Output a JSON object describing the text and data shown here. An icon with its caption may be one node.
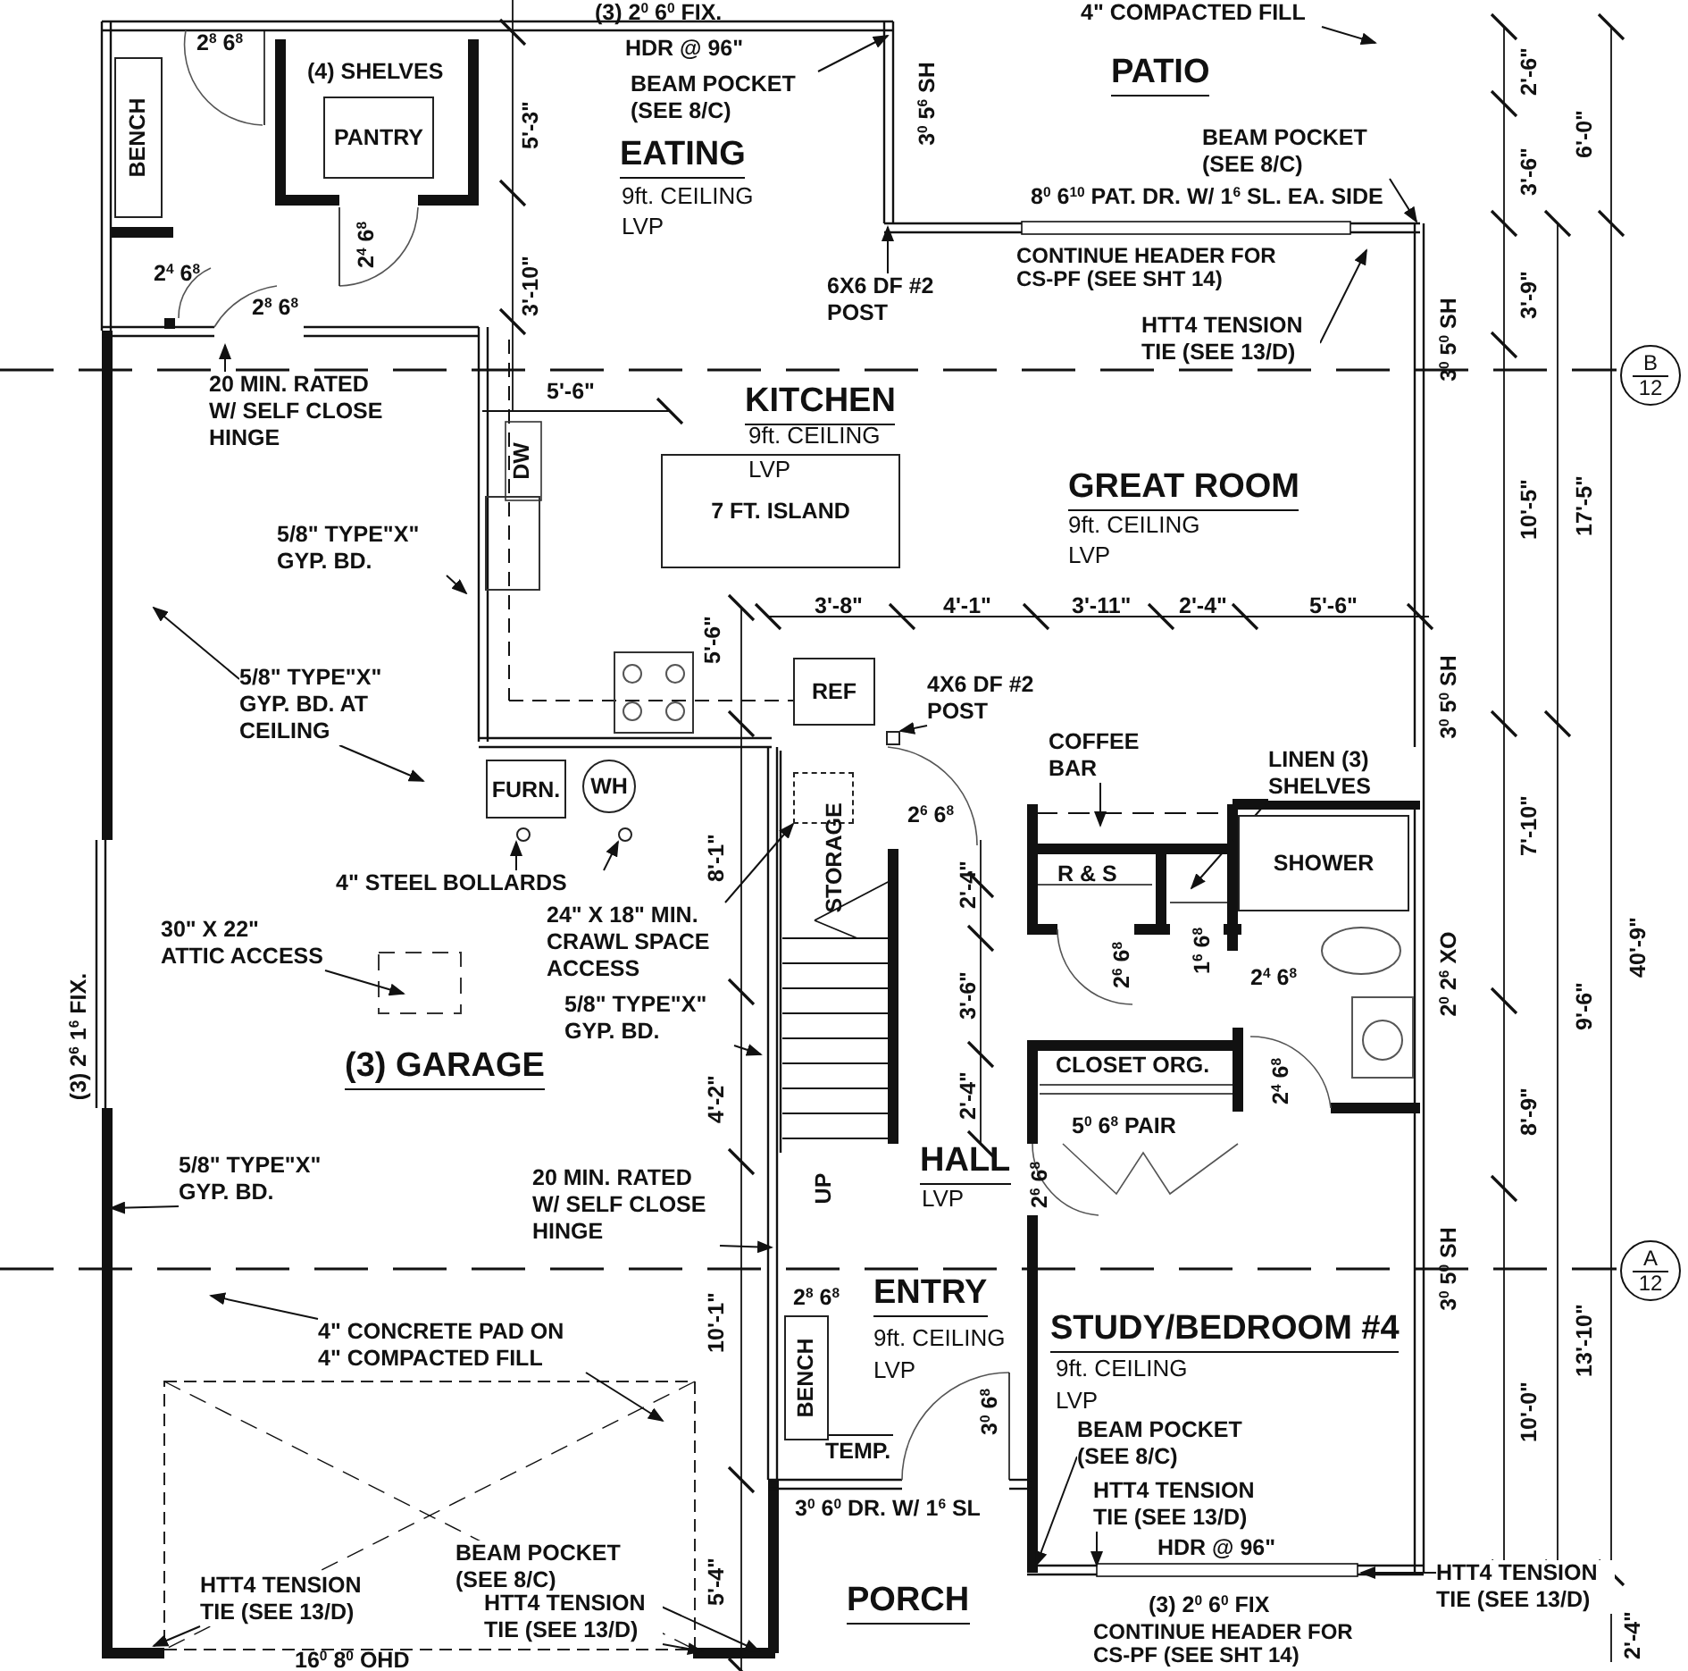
{
  "diagram": {
    "nodes": [
      {
        "text": [
          "BEAM POCKET (SEE 8/C)"
        ]
      },
      {
        "text": [
          "BENCH"
        ]
      },
      {
        "text": [
          "PANTRY"
        ]
      },
      {
        "text": [
          "BEAM POCKET (SEE 8/C)"
        ]
      },
      {
        "text": [
          "6X6 DF #2 POST"
        ]
      },
      {
        "text": [
          "HTT4 TENSION TIE (SEE 13/D)"
        ]
      },
      {
        "text": [
          "B",
          "12"
        ]
      },
      {
        "text": [
          "20 MIN. RATED W/ SELF CLOSE HINGE"
        ]
      },
      {
        "text": [
          "7 FT. ISLAND"
        ]
      },
      {
        "text": [
          "5/8\" TYPE\"X\" GYP. BD."
        ]
      },
      {
        "text": [
          "5/8\" TYPE\"X\" GYP. BD. AT CEILING"
        ]
      },
      {
        "text": [
          "REF"
        ]
      },
      {
        "text": [
          "4X6 DF #2 POST"
        ]
      },
      {
        "text": [
          "COFFEE BAR"
        ]
      },
      {
        "text": [
          "LINEN (3) SHELVES"
        ]
      },
      {
        "text": [
          "FURN."
        ]
      },
      {
        "text": [
          "WH"
        ]
      },
      {
        "text": [
          "SHOWER"
        ]
      },
      {
        "text": [
          "4\" STEEL BOLLARDS"
        ]
      },
      {
        "text": [
          "24\" X 18\" MIN. CRAWL SPACE ACCESS"
        ]
      },
      {
        "text": [
          "30\" X 22\" ATTIC ACCESS"
        ]
      },
      {
        "text": [
          "5/8\" TYPE\"X\" GYP. BD."
        ]
      },
      {
        "text": [
          "5/8\" TYPE\"X\" GYP. BD."
        ]
      },
      {
        "text": [
          "20 MIN. RATED W/ SELF CLOSE HINGE"
        ]
      },
      {
        "text": [
          "A",
          "12"
        ]
      },
      {
        "text": [
          "4\" CONCRETE PAD ON 4\" COMPACTED FILL"
        ]
      },
      {
        "text": [
          "BENCH"
        ]
      },
      {
        "text": [
          "BEAM POCKET (SEE 8/C)"
        ]
      },
      {
        "text": [
          "HTT4 TENSION TIE (SEE 13/D)"
        ]
      },
      {
        "text": [
          "BEAM POCKET (SEE 8/C)"
        ]
      },
      {
        "text": [
          "HTT4 TENSION TIE (SEE 13/D)"
        ]
      },
      {
        "text": [
          "HTT4 TENSION TIE (SEE 13/D)"
        ]
      },
      {
        "text": [
          "HTT4 TENSION TIE (SEE 13/D)"
        ]
      },
      {
        "text": [
          "4\" COMPACTED FILL"
        ]
      },
      {
        "text": [],
        "shape": "box"
      },
      {
        "text": [],
        "shape": "circle"
      },
      {
        "text": [],
        "shape": "circle"
      },
      {
        "text": [],
        "shape": "box"
      }
    ],
    "edges": [
      {
        "from": 0,
        "to": null,
        "arrow": "to"
      },
      {
        "from": 4,
        "to": null,
        "arrow": "to"
      },
      {
        "from": 3,
        "to": null,
        "arrow": "to"
      },
      {
        "from": 5,
        "to": null,
        "arrow": "to"
      },
      {
        "from": 7,
        "to": null,
        "arrow": "to"
      },
      {
        "from": 9,
        "to": null,
        "arrow": "to"
      },
      {
        "from": 10,
        "to": null,
        "arrow": "to"
      },
      {
        "from": 10,
        "to": null,
        "arrow": "to"
      },
      {
        "from": 12,
        "to": 37,
        "arrow": "to"
      },
      {
        "from": 13,
        "to": null,
        "arrow": "to"
      },
      {
        "from": 14,
        "to": null,
        "arrow": "to"
      },
      {
        "from": 18,
        "to": 35,
        "arrow": "to"
      },
      {
        "from": 18,
        "to": 36,
        "arrow": "to"
      },
      {
        "from": 19,
        "to": 34,
        "arrow": "to"
      },
      {
        "from": 20,
        "to": null,
        "arrow": "to"
      },
      {
        "from": 21,
        "to": null,
        "arrow": "to"
      },
      {
        "from": 22,
        "to": null,
        "arrow": "to"
      },
      {
        "from": 23,
        "to": null,
        "arrow": "to"
      },
      {
        "from": 25,
        "to": null,
        "arrow": "to"
      },
      {
        "from": 25,
        "to": null,
        "arrow": "to"
      },
      {
        "from": 27,
        "to": null,
        "arrow": "to"
      },
      {
        "from": 28,
        "to": null,
        "arrow": "to"
      },
      {
        "from": 29,
        "to": null,
        "arrow": "to"
      },
      {
        "from": 30,
        "to": null,
        "arrow": "to"
      },
      {
        "from": 31,
        "to": null,
        "arrow": "to"
      },
      {
        "from": 32,
        "to": null,
        "arrow": "to"
      },
      {
        "from": 33,
        "to": null,
        "arrow": "to"
      }
    ],
    "labels": [
      "(3) 2$^{0}$ 6$^{0}$ FIX.",
      "2$^{8}$ 6$^{8}$",
      "HDR @ 96\"",
      "(4) SHELVES",
      "PATIO",
      "3$^{0}$ 5$^{6}$ SH",
      "5'-3\"",
      "2'-6\"",
      "6'-0\"",
      "EATING",
      "9ft. CEILING",
      "LVP",
      "3'-6\"",
      "8$^{0}$ 6$^{10}$ PAT. DR. W/ 1$^{6}$ SL. EA. SIDE",
      "2$^{4}$ 6$^{8}$",
      "2$^{4}$ 6$^{8}$",
      "CONTINUE HEADER FOR CS-PF (SEE SHT 14)",
      "3'-10\"",
      "3'-9\"",
      "2$^{8}$ 6$^{8}$",
      "3$^{0}$ 5$^{0}$ SH",
      "KITCHEN",
      "5'-6\"",
      "9ft. CEILING",
      "DW",
      "LVP",
      "GREAT ROOM",
      "9ft. CEILING",
      "10'-5\"",
      "17'-5\"",
      "LVP",
      "3'-8\"",
      "4'-1\"",
      "3'-11\"",
      "2'-4\"",
      "5'-6\"",
      "5'-6\"",
      "3$^{0}$ 5$^{0}$ SH",
      "2$^{6}$ 6$^{8}$",
      "8'-1\"",
      "STORAGE",
      "2'-4\"",
      "R & S",
      "7'-10\"",
      "(3) 2$^{6}$ 1$^{6}$ FIX.",
      "3'-6\"",
      "2$^{6}$ 6$^{8}$",
      "1$^{6}$ 6$^{8}$",
      "2$^{4}$ 6$^{8}$",
      "2$^{0}$ 2$^{6}$ XO",
      "9'-6\"",
      "40'-9\"",
      "(3) GARAGE",
      "4'-2\"",
      "2'-4\"",
      "CLOSET ORG.",
      "5$^{0}$ 6$^{8}$ PAIR",
      "2$^{4}$ 6$^{8}$",
      "8'-9\"",
      "HALL",
      "LVP",
      "UP",
      "2$^{6}$ 6$^{8}$",
      "3$^{0}$ 5$^{0}$ SH",
      "2$^{8}$ 6$^{8}$",
      "ENTRY",
      "9ft. CEILING",
      "10'-1\"",
      "STUDY/BEDROOM #4",
      "LVP",
      "9ft. CEILING",
      "13'-10\"",
      "LVP",
      "3$^{0}$ 6$^{8}$",
      "10'-0\"",
      "TEMP.",
      "3$^{0}$ 6$^{0}$ DR. W/ 1$^{6}$ SL",
      "HDR @ 96\"",
      "5'-4\"",
      "PORCH",
      "(3) 2$^{0}$ 6$^{0}$ FIX",
      "CONTINUE HEADER FOR CS-PF (SEE SHT 14)",
      "2'-4\"",
      "16$^{0}$ 8$^{0}$ OHD"
    ]
  }
}
